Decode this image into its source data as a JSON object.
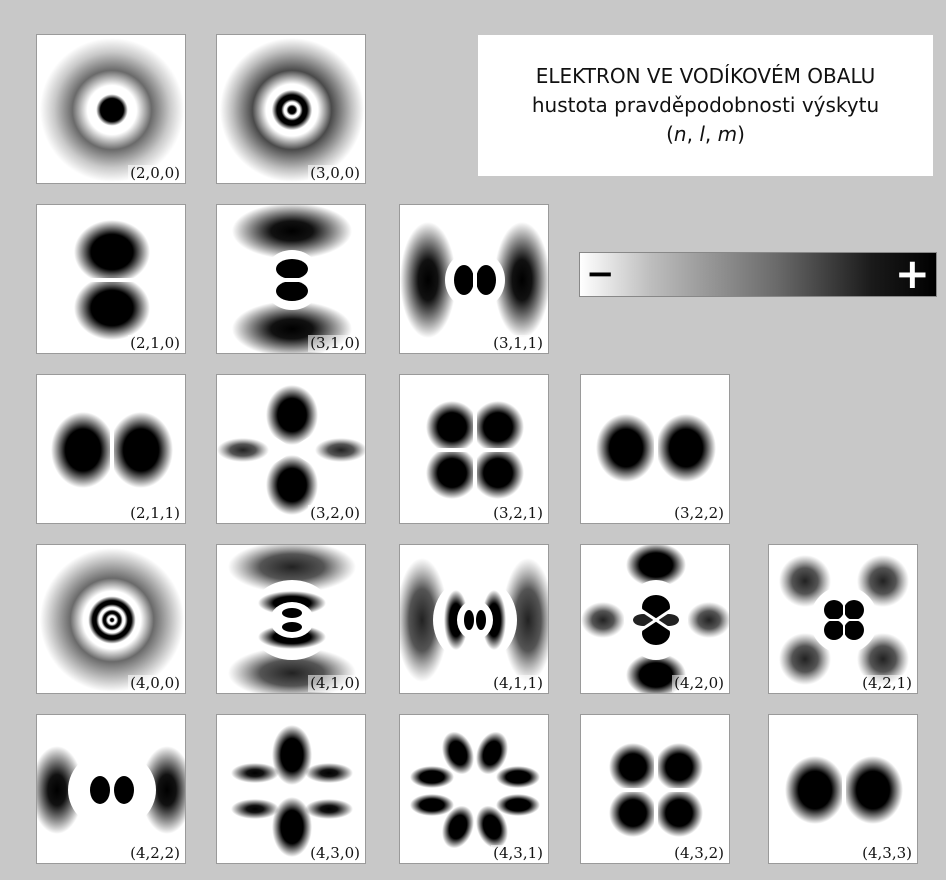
{
  "title": {
    "line1": "ELEKTRON VE VODÍKOVÉM OBALU",
    "line2": "hustota pravděpodobnosti výskytu",
    "line3_open": "(",
    "n": "n",
    "sep1": ", ",
    "l": "l",
    "sep2": ", ",
    "m": "m",
    "line3_close": ")"
  },
  "scale": {
    "minus": "−",
    "plus": "+"
  },
  "colors": {
    "background": "#c8c8c8",
    "tile": "#ffffff",
    "density": "#000000"
  },
  "orbitals": [
    {
      "label": "(2,0,0)"
    },
    {
      "label": "(3,0,0)"
    },
    {
      "label": "(2,1,0)"
    },
    {
      "label": "(3,1,0)"
    },
    {
      "label": "(3,1,1)"
    },
    {
      "label": "(2,1,1)"
    },
    {
      "label": "(3,2,0)"
    },
    {
      "label": "(3,2,1)"
    },
    {
      "label": "(3,2,2)"
    },
    {
      "label": "(4,0,0)"
    },
    {
      "label": "(4,1,0)"
    },
    {
      "label": "(4,1,1)"
    },
    {
      "label": "(4,2,0)"
    },
    {
      "label": "(4,2,1)"
    },
    {
      "label": "(4,2,2)"
    },
    {
      "label": "(4,3,0)"
    },
    {
      "label": "(4,3,1)"
    },
    {
      "label": "(4,3,2)"
    },
    {
      "label": "(4,3,3)"
    }
  ]
}
